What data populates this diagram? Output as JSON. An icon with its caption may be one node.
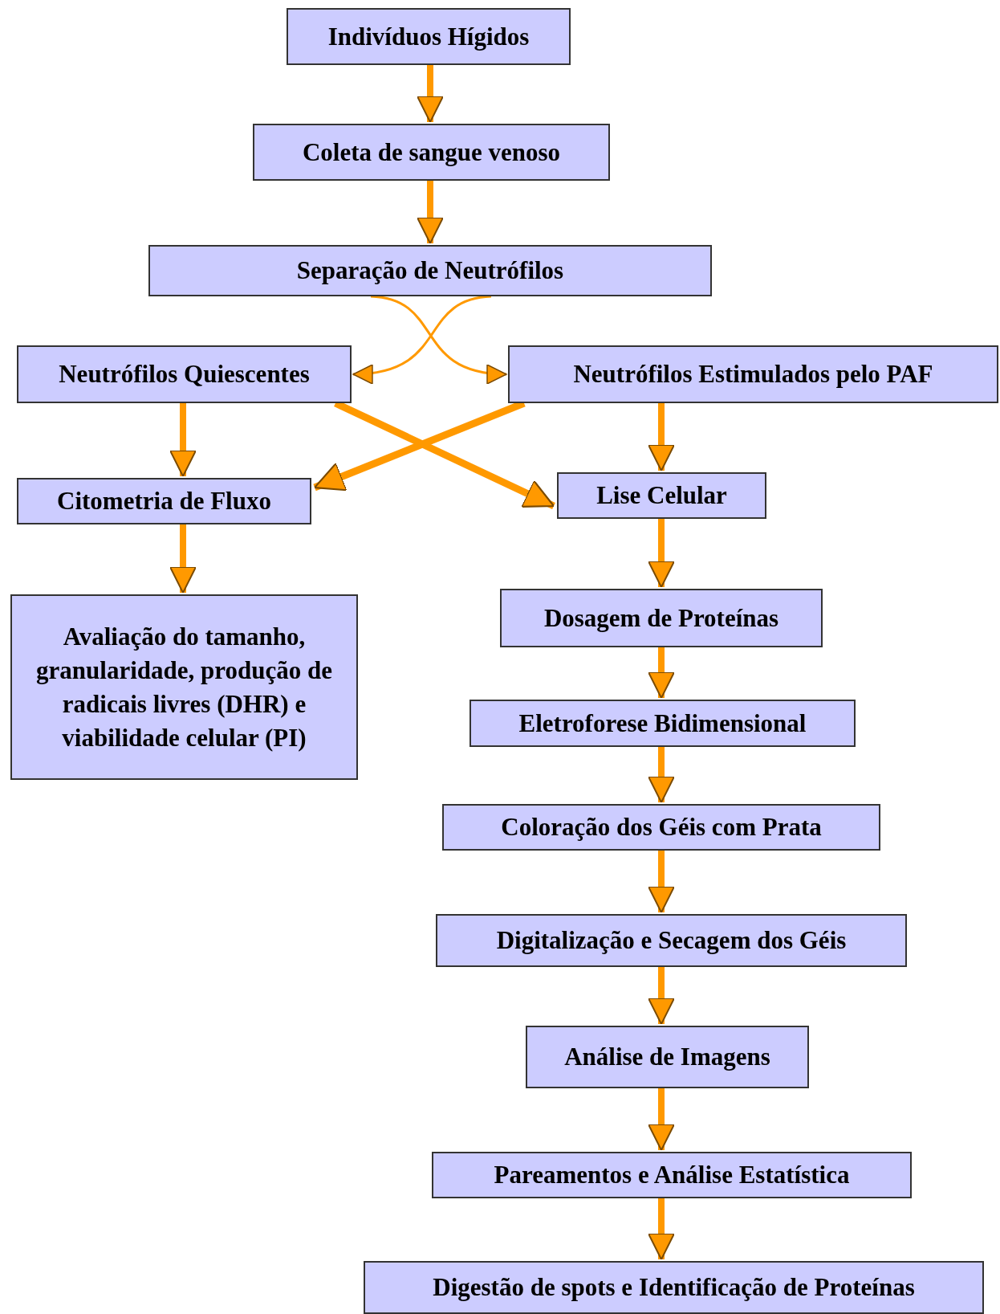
{
  "diagram": {
    "nodes": [
      {
        "text": [
          "Indivíduos Hígidos"
        ]
      },
      {
        "text": [
          "Coleta de sangue venoso"
        ]
      },
      {
        "text": [
          "Separação de Neutrófilos"
        ]
      },
      {
        "text": [
          "Neutrófilos Quiescentes"
        ]
      },
      {
        "text": [
          "Neutrófilos Estimulados pelo PAF"
        ]
      },
      {
        "text": [
          "Citometria de Fluxo"
        ]
      },
      {
        "text": [
          "Lise Celular"
        ]
      },
      {
        "text": [
          "Avaliação do tamanho, granularidade, produção de radicais livres (DHR) e viabilidade celular (PI)"
        ]
      },
      {
        "text": [
          "Dosagem de Proteínas"
        ]
      },
      {
        "text": [
          "Eletroforese Bidimensional"
        ]
      },
      {
        "text": [
          "Coloração dos Géis com Prata"
        ]
      },
      {
        "text": [
          "Digitalização e Secagem dos Géis"
        ]
      },
      {
        "text": [
          "Análise de Imagens"
        ]
      },
      {
        "text": [
          "Pareamentos e Análise Estatística"
        ]
      },
      {
        "text": [
          "Digestão de spots e Identificação de Proteínas"
        ]
      }
    ],
    "edges": [
      {
        "from": 0,
        "to": 1,
        "arrow": "to"
      },
      {
        "from": 1,
        "to": 2,
        "arrow": "to"
      },
      {
        "from": 2,
        "to": 3,
        "arrow": "to"
      },
      {
        "from": 2,
        "to": 4,
        "arrow": "to"
      },
      {
        "from": 3,
        "to": 5,
        "arrow": "to"
      },
      {
        "from": 4,
        "to": 6,
        "arrow": "to"
      },
      {
        "from": 3,
        "to": 6,
        "arrow": "to"
      },
      {
        "from": 4,
        "to": 5,
        "arrow": "to"
      },
      {
        "from": 5,
        "to": 7,
        "arrow": "to"
      },
      {
        "from": 6,
        "to": 8,
        "arrow": "to"
      },
      {
        "from": 8,
        "to": 9,
        "arrow": "to"
      },
      {
        "from": 9,
        "to": 10,
        "arrow": "to"
      },
      {
        "from": 10,
        "to": 11,
        "arrow": "to"
      },
      {
        "from": 11,
        "to": 12,
        "arrow": "to"
      },
      {
        "from": 12,
        "to": 13,
        "arrow": "to"
      },
      {
        "from": 13,
        "to": 14,
        "arrow": "to"
      }
    ]
  }
}
